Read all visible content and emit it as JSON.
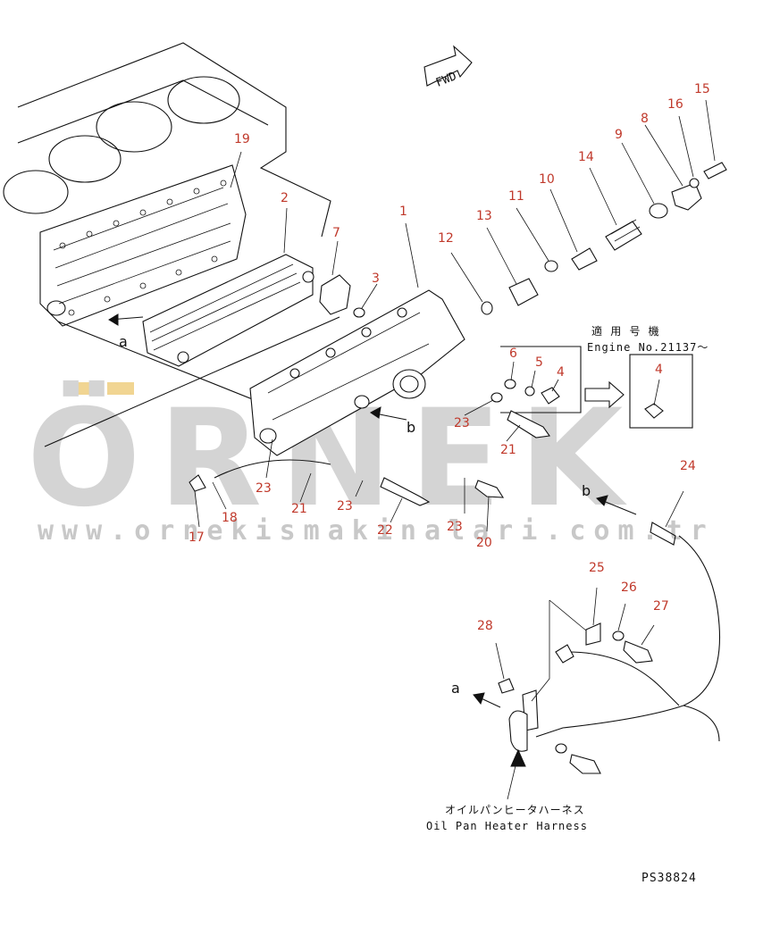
{
  "diagram": {
    "fwd_label": "FWD",
    "callouts": [
      {
        "id": "c1",
        "text": "1"
      },
      {
        "id": "c2",
        "text": "2"
      },
      {
        "id": "c3",
        "text": "3"
      },
      {
        "id": "c4",
        "text": "4"
      },
      {
        "id": "c4b",
        "text": "4"
      },
      {
        "id": "c5",
        "text": "5"
      },
      {
        "id": "c6",
        "text": "6"
      },
      {
        "id": "c7",
        "text": "7"
      },
      {
        "id": "c8",
        "text": "8"
      },
      {
        "id": "c9",
        "text": "9"
      },
      {
        "id": "c10",
        "text": "10"
      },
      {
        "id": "c11",
        "text": "11"
      },
      {
        "id": "c12",
        "text": "12"
      },
      {
        "id": "c13",
        "text": "13"
      },
      {
        "id": "c14",
        "text": "14"
      },
      {
        "id": "c15",
        "text": "15"
      },
      {
        "id": "c16",
        "text": "16"
      },
      {
        "id": "c17",
        "text": "17"
      },
      {
        "id": "c18",
        "text": "18"
      },
      {
        "id": "c19",
        "text": "19"
      },
      {
        "id": "c20",
        "text": "20"
      },
      {
        "id": "c21a",
        "text": "21"
      },
      {
        "id": "c21b",
        "text": "21"
      },
      {
        "id": "c22",
        "text": "22"
      },
      {
        "id": "c23a",
        "text": "23"
      },
      {
        "id": "c23b",
        "text": "23"
      },
      {
        "id": "c23c",
        "text": "23"
      },
      {
        "id": "c23d",
        "text": "23"
      },
      {
        "id": "c24",
        "text": "24"
      },
      {
        "id": "c25",
        "text": "25"
      },
      {
        "id": "c26",
        "text": "26"
      },
      {
        "id": "c27",
        "text": "27"
      },
      {
        "id": "c28",
        "text": "28"
      }
    ],
    "refs": {
      "a_top": "a",
      "a_bottom": "a",
      "b_mid": "b",
      "b_right": "b"
    },
    "applicability_jp": "適 用 号 機",
    "applicability_en": "Engine No.21137～",
    "harness_jp": "オイルパンヒータハーネス",
    "harness_en": "Oil Pan Heater Harness",
    "drawing_code": "PS38824"
  },
  "watermark": {
    "brand": "ÖRNEK",
    "url": "www.ornekismakinalari.com.tr"
  }
}
